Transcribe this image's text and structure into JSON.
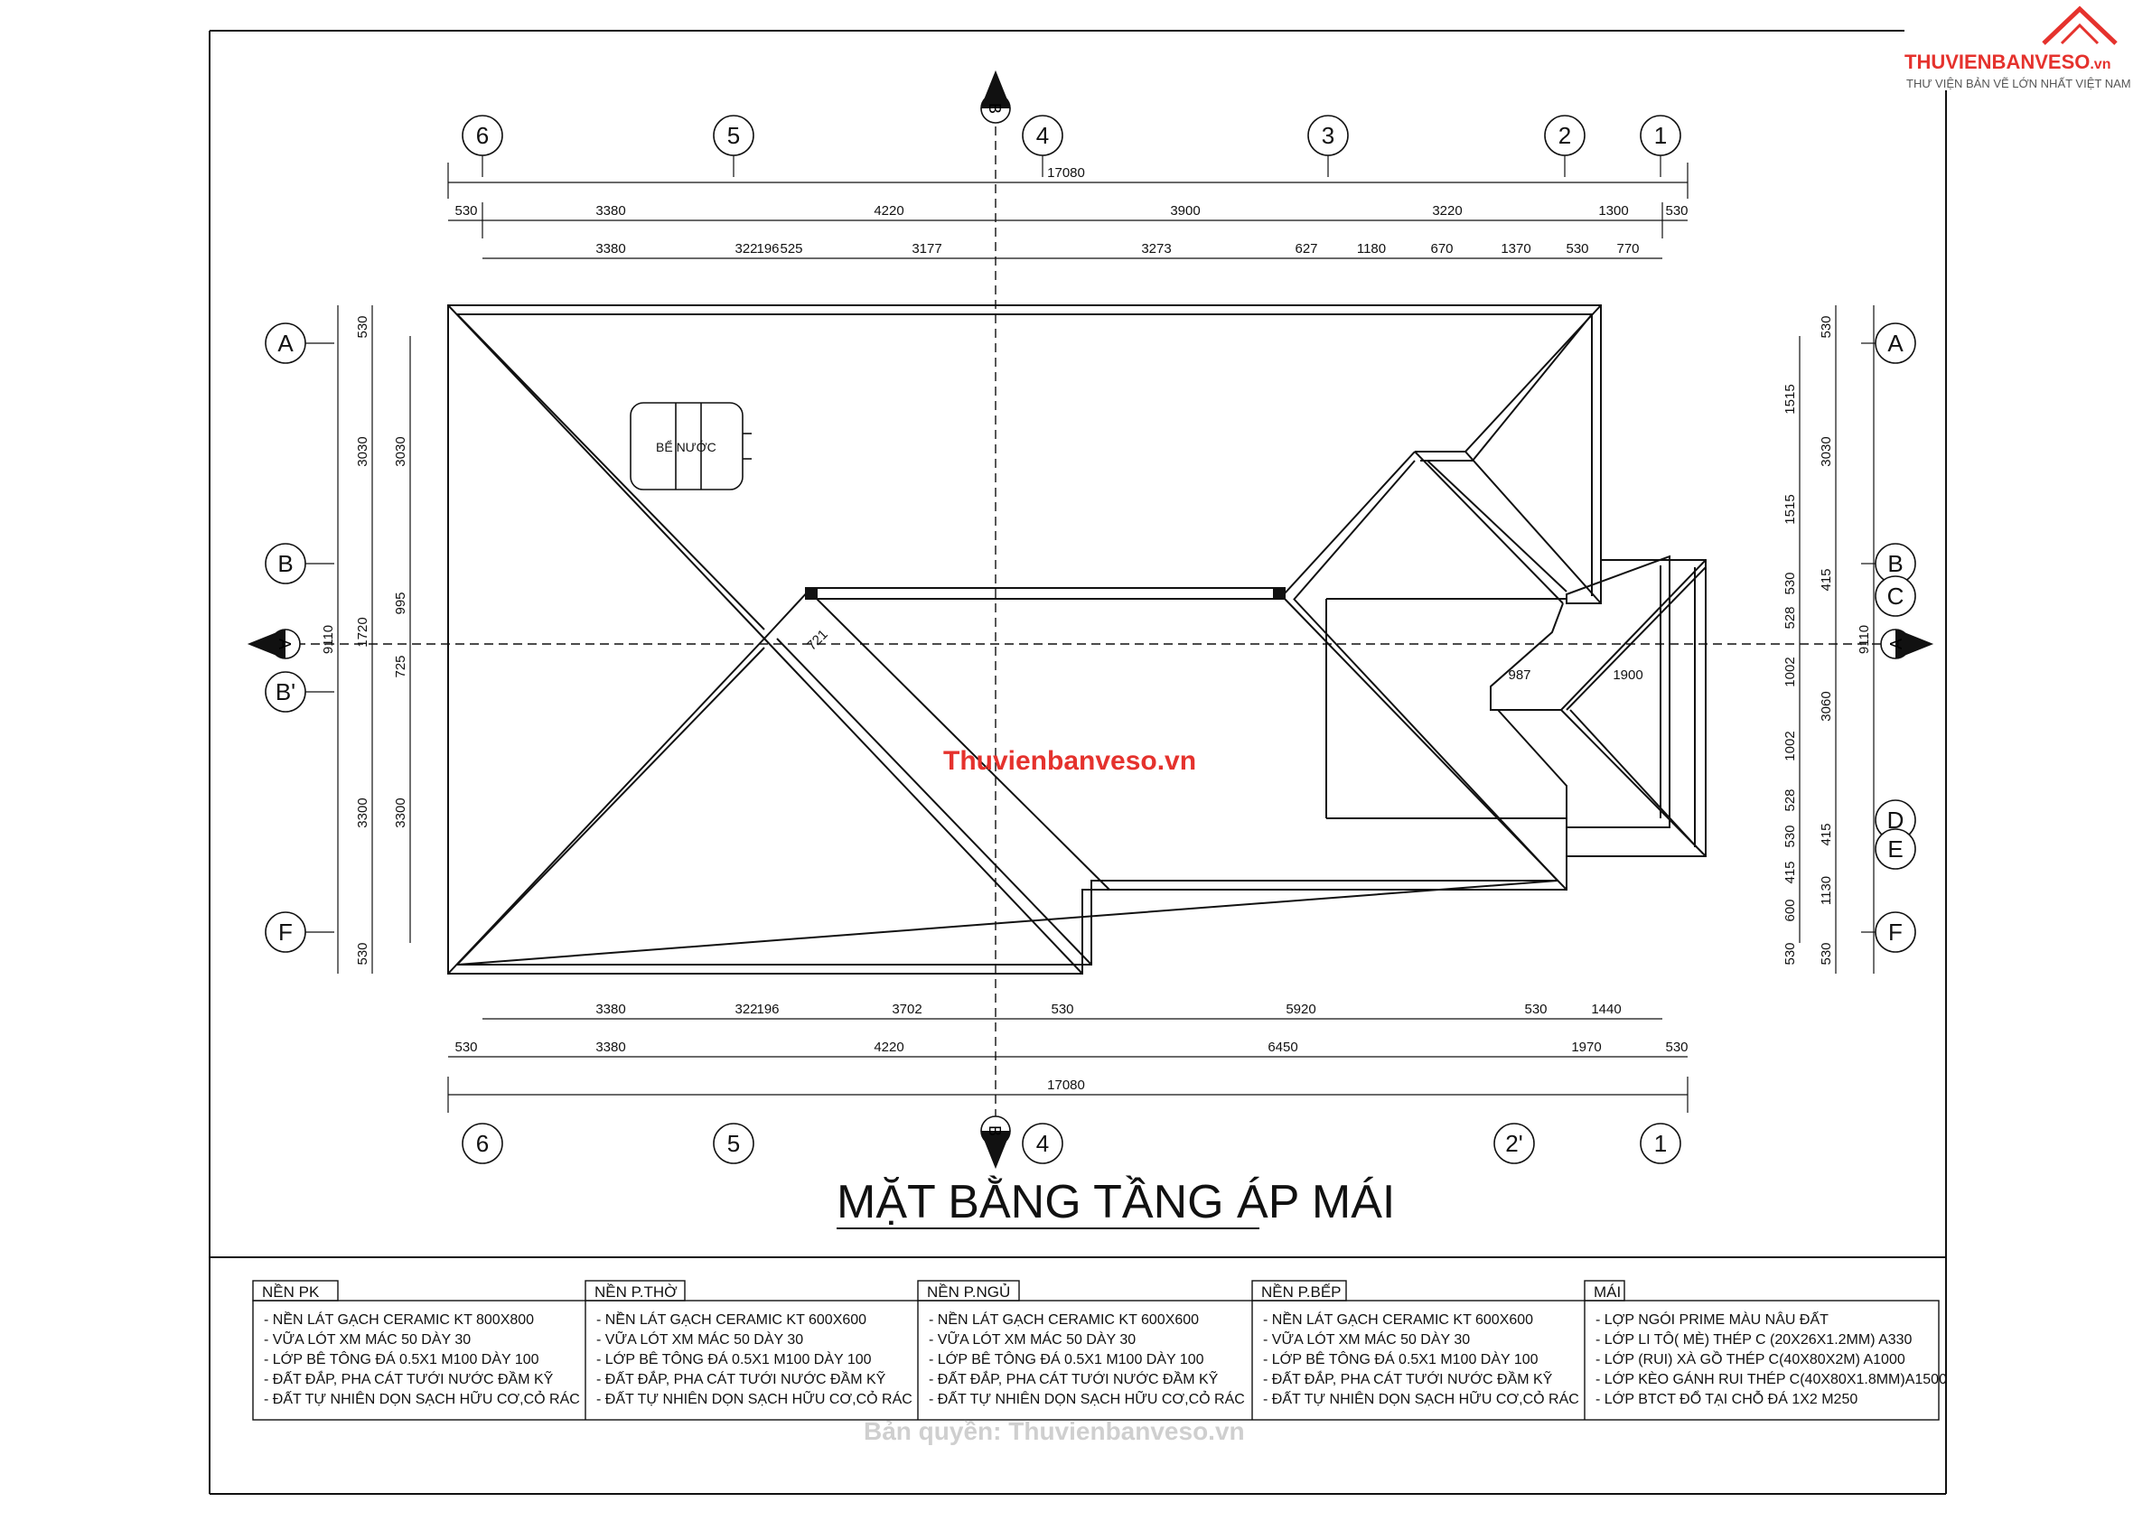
{
  "logo": {
    "brand": "THUVIENBANVESO",
    "suffix": ".vn",
    "tagline": "THƯ VIỆN BẢN VẼ LỚN NHẤT VIỆT NAM"
  },
  "watermark": "Thuvienbanveso.vn",
  "copyright": "Bản quyền: Thuvienbanveso.vn",
  "title": "MẶT BẰNG TẦNG ÁP MÁI",
  "tank_label": "BỂ NƯỚC",
  "axes": {
    "top": [
      "6",
      "5",
      "4",
      "3",
      "2",
      "1"
    ],
    "bottom": [
      "6",
      "5",
      "4",
      "2'",
      "1"
    ],
    "left": [
      "A",
      "B",
      "B'",
      "F"
    ],
    "right": [
      "A",
      "B",
      "C",
      "D",
      "E",
      "F"
    ],
    "section_top": "B",
    "section_bottom": "B",
    "section_left": "A",
    "section_right": "A"
  },
  "dims": {
    "top_total": "17080",
    "top_row1": [
      "530",
      "3380",
      "4220",
      "3900",
      "3220",
      "1300",
      "530"
    ],
    "top_row2": [
      "3380",
      "322",
      "196",
      "525",
      "3177",
      "3273",
      "627",
      "1180",
      "670",
      "1370",
      "530",
      "770"
    ],
    "bottom_row1": [
      "3380",
      "322",
      "196",
      "3702",
      "530",
      "5920",
      "530",
      "1440"
    ],
    "bottom_row2": [
      "530",
      "3380",
      "4220",
      "6450",
      "1970",
      "530"
    ],
    "bottom_total": "17080",
    "left_outer": [
      "530",
      "3030",
      "1720",
      "3300",
      "530"
    ],
    "left_inner": [
      "3030",
      "995",
      "725",
      "3300"
    ],
    "left_total": "9110",
    "right_outer": [
      "530",
      "3030",
      "415",
      "3060",
      "415",
      "1130",
      "530"
    ],
    "right_inner": [
      "1515",
      "1515",
      "530",
      "528",
      "1002",
      "1002",
      "528",
      "530",
      "415",
      "600",
      "530"
    ],
    "right_total": "9110",
    "interior": [
      "987",
      "1900",
      "721"
    ]
  },
  "notes": [
    {
      "heading": "NỀN PK",
      "lines": [
        "- NỀN LÁT GẠCH CERAMIC KT 800X800",
        "- VỮA LÓT XM MÁC 50 DÀY 30",
        "- LỚP BÊ TÔNG ĐÁ 0.5X1 M100 DÀY 100",
        "- ĐẤT ĐẮP, PHA CÁT TƯỚI NƯỚC ĐẦM KỸ",
        "- ĐẤT TỰ NHIÊN DỌN SẠCH HỮU CƠ,CỎ RÁC"
      ]
    },
    {
      "heading": "NỀN P.THỜ",
      "lines": [
        "- NỀN LÁT GẠCH CERAMIC KT 600X600",
        "- VỮA LÓT XM MÁC 50 DÀY 30",
        "- LỚP BÊ TÔNG ĐÁ 0.5X1 M100 DÀY 100",
        "- ĐẤT ĐẮP, PHA CÁT TƯỚI NƯỚC ĐẦM KỸ",
        "- ĐẤT TỰ NHIÊN DỌN SẠCH HỮU CƠ,CỎ RÁC"
      ]
    },
    {
      "heading": "NỀN P.NGỦ",
      "lines": [
        "- NỀN LÁT GẠCH CERAMIC KT 600X600",
        "- VỮA LÓT XM MÁC 50 DÀY 30",
        "- LỚP BÊ TÔNG ĐÁ 0.5X1 M100 DÀY 100",
        "- ĐẤT ĐẮP, PHA CÁT TƯỚI NƯỚC ĐẦM KỸ",
        "- ĐẤT TỰ NHIÊN DỌN SẠCH HỮU CƠ,CỎ RÁC"
      ]
    },
    {
      "heading": "NỀN P.BẾP",
      "lines": [
        "- NỀN LÁT GẠCH CERAMIC KT 600X600",
        "- VỮA LÓT XM MÁC 50 DÀY 30",
        "- LỚP BÊ TÔNG ĐÁ 0.5X1 M100 DÀY 100",
        "- ĐẤT ĐẮP, PHA CÁT TƯỚI NƯỚC ĐẦM KỸ",
        "- ĐẤT TỰ NHIÊN DỌN SẠCH HỮU CƠ,CỎ RÁC"
      ]
    },
    {
      "heading": "MÁI",
      "lines": [
        "- LỢP NGÓI PRIME MÀU NÂU ĐẤT",
        "- LỚP LI TÔ( MÈ) THÉP C (20X26X1.2MM) A330",
        "- LỚP (RUI) XÀ GỒ THÉP C(40X80X2M) A1000",
        "- LỚP KÈO GÁNH RUI THÉP C(40X80X1.8MM)A1500",
        "- LỚP BTCT ĐỔ TẠI CHỖ ĐÁ 1X2 M250"
      ]
    }
  ],
  "colors": {
    "brand": "#e5322d",
    "line": "#111111"
  }
}
